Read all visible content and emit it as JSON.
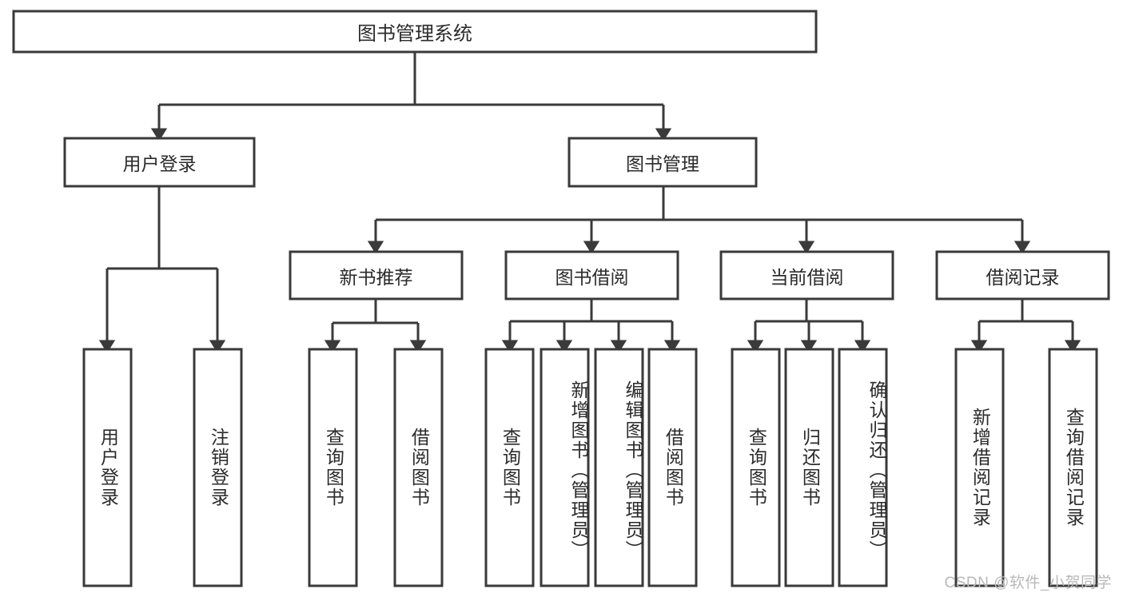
{
  "diagram": {
    "type": "tree-hierarchy-flowchart",
    "title": "图书管理系统",
    "orientation": "top-down",
    "colors": {
      "box_fill": "#ffffff",
      "box_stroke": "#3a3a3a",
      "line": "#3a3a3a",
      "text": "#2b2b2b",
      "watermark": "#b9b9b9",
      "background": "#ffffff"
    },
    "root": {
      "label": "图书管理系统"
    },
    "level2": [
      {
        "label": "用户登录"
      },
      {
        "label": "图书管理"
      }
    ],
    "level3": [
      {
        "label": "新书推荐"
      },
      {
        "label": "图书借阅"
      },
      {
        "label": "当前借阅"
      },
      {
        "label": "借阅记录"
      }
    ],
    "leaves": {
      "user_login": [
        {
          "label": "用户登录"
        },
        {
          "label": "注销登录"
        }
      ],
      "new_book": [
        {
          "label": "查询图书"
        },
        {
          "label": "借阅图书"
        }
      ],
      "borrow_book": [
        {
          "label": "查询图书"
        },
        {
          "label": "新增图书（管理员）"
        },
        {
          "label": "编辑图书（管理员）"
        },
        {
          "label": "借阅图书"
        }
      ],
      "current_borrow": [
        {
          "label": "查询图书"
        },
        {
          "label": "归还图书"
        },
        {
          "label": "确认归还（管理员）"
        }
      ],
      "borrow_record": [
        {
          "label": "新增借阅记录"
        },
        {
          "label": "查询借阅记录"
        }
      ]
    }
  },
  "watermark": {
    "text": "CSDN @软件_小贺同学"
  }
}
